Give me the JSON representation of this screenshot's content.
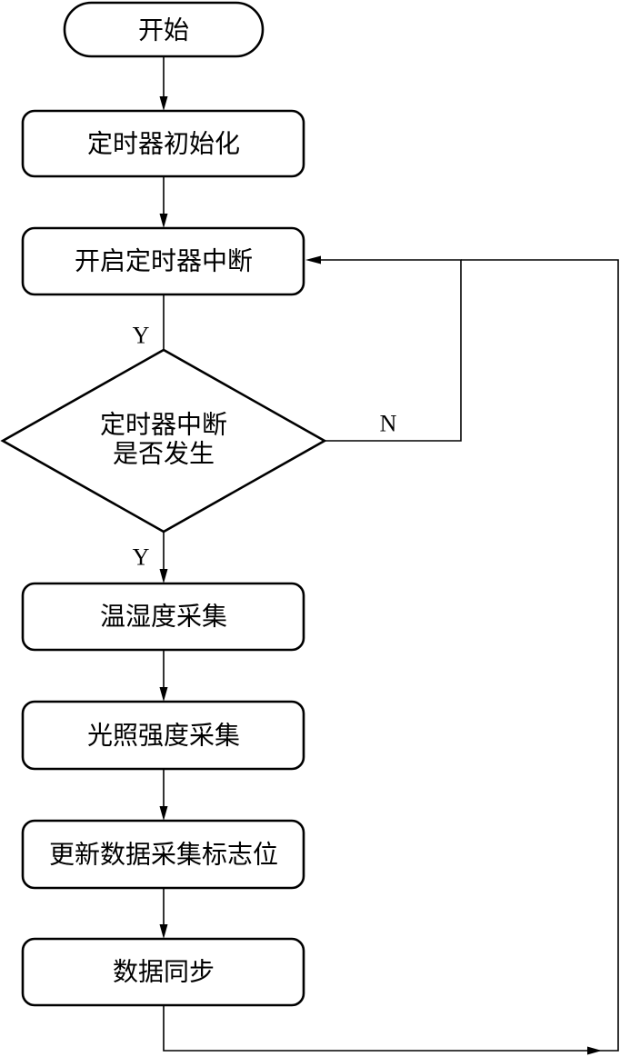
{
  "diagram": {
    "nodes": {
      "start": "开始",
      "timer_init": "定时器初始化",
      "enable_interrupt": "开启定时器中断",
      "decision_line1": "定时器中断",
      "decision_line2": "是否发生",
      "temp_humidity": "温湿度采集",
      "light_intensity": "光照强度采集",
      "update_flag": "更新数据采集标志位",
      "data_sync": "数据同步"
    },
    "edge_labels": {
      "y_top": "Y",
      "no": "N",
      "yes": "Y"
    }
  }
}
